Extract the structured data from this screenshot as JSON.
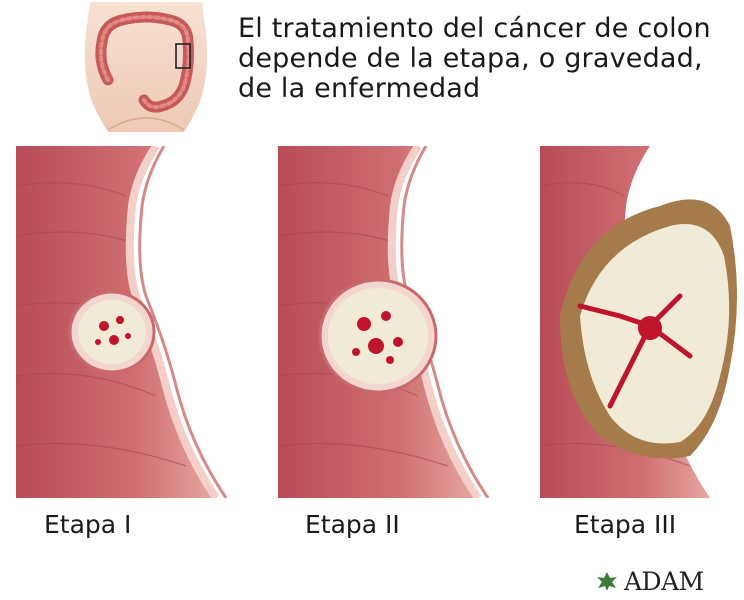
{
  "header": {
    "title_lines": [
      "El tratamiento del cáncer de colon",
      "depende de la etapa, o gravedad,",
      "de la enfermedad"
    ]
  },
  "stages": [
    {
      "label": "Etapa I"
    },
    {
      "label": "Etapa II"
    },
    {
      "label": "Etapa III"
    }
  ],
  "logo": {
    "text": "ADAM"
  },
  "colors": {
    "colon_wall": "#c9606a",
    "tissue": "#e7b4b0",
    "tumor": "#f1ead6",
    "blood": "#c0142c",
    "spread": "#a67b4c"
  }
}
